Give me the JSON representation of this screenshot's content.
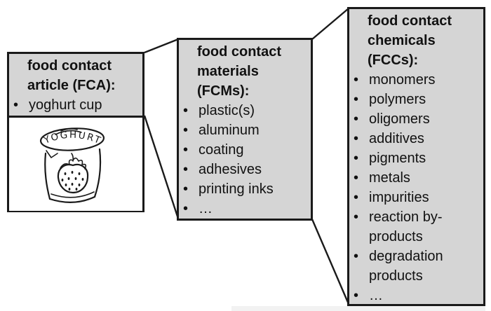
{
  "colors": {
    "background": "#ffffff",
    "box_fill": "#d5d5d5",
    "box_border": "#1a1a1a",
    "connector": "#1a1a1a",
    "text": "#111111",
    "shadow_strip": "#f2f2f2"
  },
  "boxes": {
    "fca": {
      "title_lines": [
        "food contact",
        "article (FCA):"
      ],
      "items": [
        "yoghurt cup"
      ],
      "illustration": {
        "icon": "yoghurt-cup-drawing",
        "cup_label": "YOGHURT"
      }
    },
    "fcm": {
      "title_lines": [
        "food contact",
        "materials",
        "(FCMs):"
      ],
      "items": [
        "plastic(s)",
        "aluminum",
        "coating",
        "adhesives",
        "printing inks",
        "…"
      ]
    },
    "fcc": {
      "title_lines": [
        "food contact",
        "chemicals",
        "(FCCs):"
      ],
      "items": [
        "monomers",
        "polymers",
        "oligomers",
        "additives",
        "pigments",
        "metals",
        "impurities",
        "reaction by-products",
        "degradation products",
        "…"
      ]
    }
  }
}
